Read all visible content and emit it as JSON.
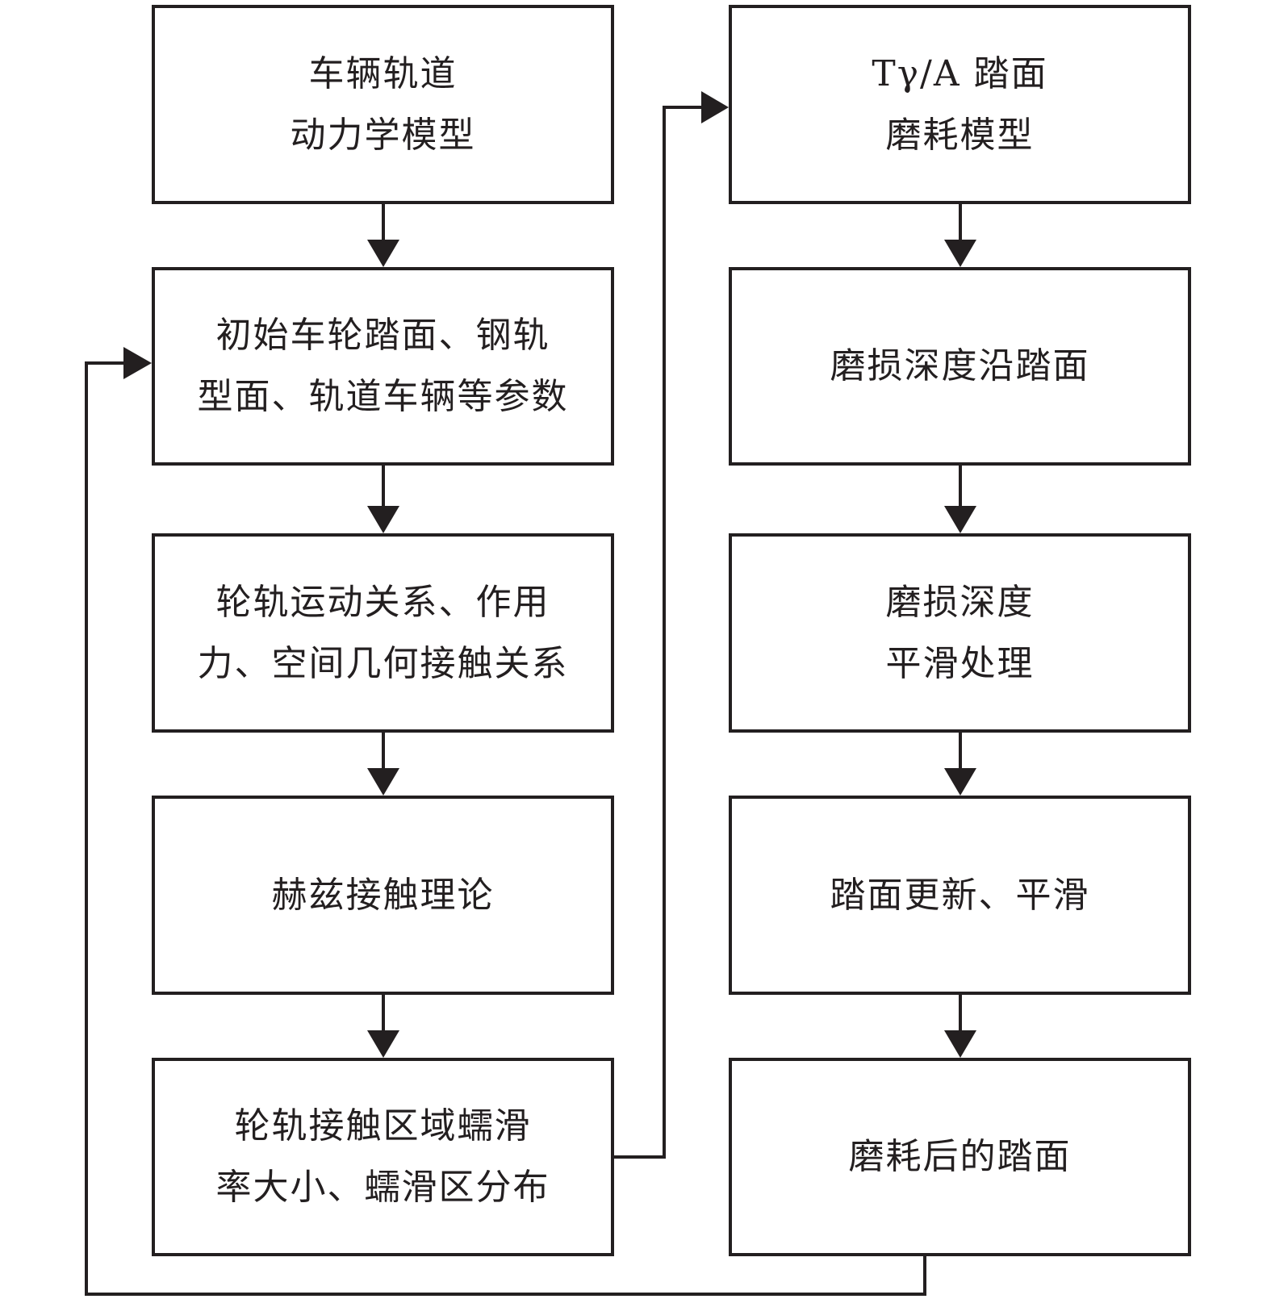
{
  "colors": {
    "stroke": "#231f20",
    "background": "#ffffff"
  },
  "left_column": [
    {
      "id": "vehicle-track-dynamics-model",
      "lines": [
        "车辆轨道",
        "动力学模型"
      ]
    },
    {
      "id": "initial-parameters",
      "lines": [
        "初始车轮踏面、钢轨",
        "型面、轨道车辆等参数"
      ]
    },
    {
      "id": "wheel-rail-relations",
      "lines": [
        "轮轨运动关系、作用",
        "力、空间几何接触关系"
      ]
    },
    {
      "id": "hertz-contact-theory",
      "lines": [
        "赫兹接触理论"
      ]
    },
    {
      "id": "creepage-distribution",
      "lines": [
        "轮轨接触区域蠕滑",
        "率大小、蠕滑区分布"
      ]
    }
  ],
  "right_column": [
    {
      "id": "tgamma-a-wear-model",
      "lines": [
        "Tγ/A 踏面",
        "磨耗模型"
      ]
    },
    {
      "id": "wear-depth-along-tread",
      "lines": [
        "磨损深度沿踏面"
      ]
    },
    {
      "id": "wear-depth-smoothing",
      "lines": [
        "磨损深度",
        "平滑处理"
      ]
    },
    {
      "id": "tread-update-smoothing",
      "lines": [
        "踏面更新、平滑"
      ]
    },
    {
      "id": "worn-tread",
      "lines": [
        "磨耗后的踏面"
      ]
    }
  ]
}
